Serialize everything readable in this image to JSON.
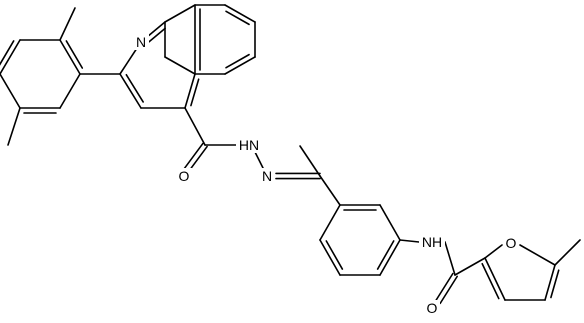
{
  "atoms": {
    "quinoline_n": "N",
    "hydrazide_nh": "HN",
    "hydrazone_n": "N",
    "amide_nh": "NH",
    "hydrazide_o": "O",
    "amide_o": "O",
    "furan_o": "O"
  }
}
